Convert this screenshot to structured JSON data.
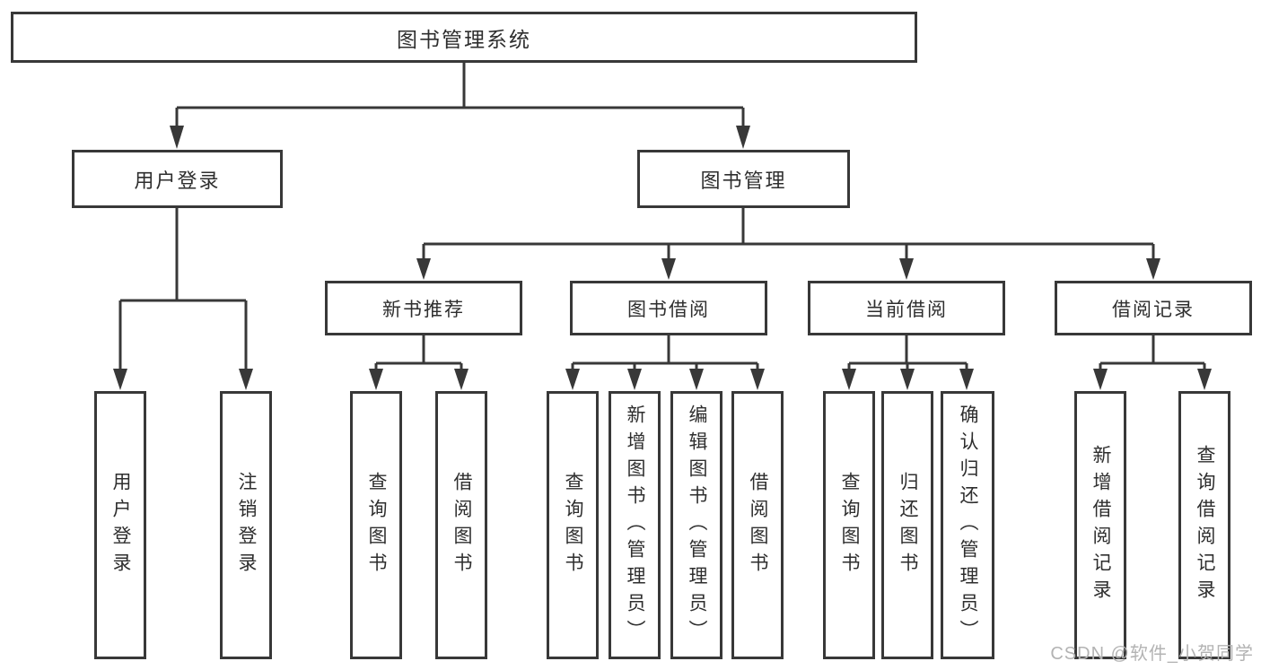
{
  "diagram": {
    "root": {
      "label": "图书管理系统"
    },
    "level2": [
      {
        "id": "user-login",
        "label": "用户登录"
      },
      {
        "id": "book-management",
        "label": "图书管理"
      }
    ],
    "level3": [
      {
        "id": "new-book-recommend",
        "label": "新书推荐"
      },
      {
        "id": "book-borrow",
        "label": "图书借阅"
      },
      {
        "id": "current-borrow",
        "label": "当前借阅"
      },
      {
        "id": "borrow-record",
        "label": "借阅记录"
      }
    ],
    "leaves": [
      {
        "id": "user-login-leaf",
        "label": "用户登录"
      },
      {
        "id": "logout-leaf",
        "label": "注销登录"
      },
      {
        "id": "recommend-query-book",
        "label": "查询图书"
      },
      {
        "id": "recommend-borrow-book",
        "label": "借阅图书"
      },
      {
        "id": "borrow-query-book",
        "label": "查询图书"
      },
      {
        "id": "borrow-add-book-admin",
        "label": "新增图书（管理员）"
      },
      {
        "id": "borrow-edit-book-admin",
        "label": "编辑图书（管理员）"
      },
      {
        "id": "borrow-borrow-book",
        "label": "借阅图书"
      },
      {
        "id": "current-query-book",
        "label": "查询图书"
      },
      {
        "id": "current-return-book",
        "label": "归还图书"
      },
      {
        "id": "current-confirm-return-admin",
        "label": "确认归还（管理员）"
      },
      {
        "id": "record-add-borrow-record",
        "label": "新增借阅记录"
      },
      {
        "id": "record-query-borrow-record",
        "label": "查询借阅记录"
      }
    ]
  },
  "watermark": {
    "text": "CSDN @软件_小贺同学"
  },
  "colors": {
    "line": "#383838",
    "box_border": "#383838",
    "text": "#2e2e2e",
    "watermark": "#b3b3b3",
    "background": "#ffffff"
  }
}
